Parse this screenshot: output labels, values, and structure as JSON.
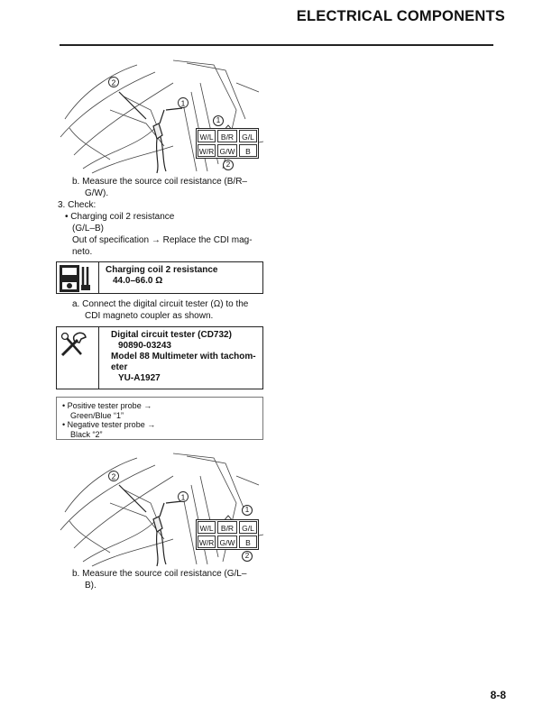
{
  "header": {
    "title": "ELECTRICAL COMPONENTS"
  },
  "figure_top": {
    "callout_1": "1",
    "callout_2": "2",
    "coupler": {
      "top_marker": "1",
      "bottom_marker": "2",
      "row1": [
        "W/L",
        "B/R",
        "G/L"
      ],
      "row2": [
        "W/R",
        "G/W",
        "B"
      ]
    }
  },
  "step_b1": [
    "b.  Measure the source coil resistance (B/R–",
    "G/W)."
  ],
  "step_3": {
    "label": "3.  Check:",
    "bullet": "•  Charging coil 2 resistance",
    "value": "(G/L–B)",
    "out_of_spec": "Out of specification → Replace the CDI mag-",
    "out_of_spec_cont": "neto."
  },
  "spec_box": {
    "icon": "multimeter-icon",
    "title": "Charging coil 2 resistance",
    "value": "44.0–66.0 Ω"
  },
  "step_a": [
    "a.  Connect the digital circuit tester (Ω) to the",
    "CDI magneto coupler as shown."
  ],
  "tool_box": {
    "icon": "wrench-icon",
    "line1": "Digital circuit tester (CD732)",
    "line2": "90890-03243",
    "line3": "Model 88 Multimeter with tachom-",
    "line4": "eter",
    "line5": "YU-A1927"
  },
  "probe_box": {
    "line1": "•  Positive tester probe →",
    "line1b": "Green/Blue “1”",
    "line2": "•  Negative tester probe →",
    "line2b": "Black “2”"
  },
  "figure_bottom": {
    "callout_1": "1",
    "callout_2": "2",
    "coupler": {
      "top_marker": "1",
      "bottom_marker": "2",
      "row1": [
        "W/L",
        "B/R",
        "G/L"
      ],
      "row2": [
        "W/R",
        "G/W",
        "B"
      ]
    }
  },
  "step_b2": [
    "b.  Measure the source coil resistance (G/L–",
    "B)."
  ],
  "page_number": "8-8"
}
